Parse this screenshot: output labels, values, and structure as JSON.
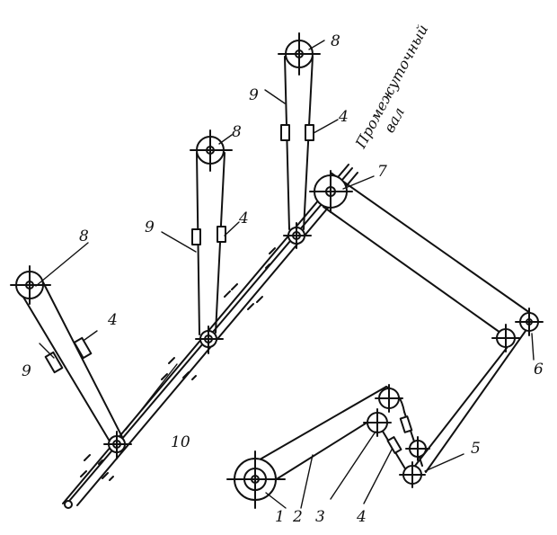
{
  "colors": {
    "ink": "#111111",
    "paper": "#ffffff"
  },
  "diagram": {
    "caption_line1": "Промежуточный",
    "caption_line2": "вал",
    "labels": {
      "motor_pulley": "1",
      "motor_belt": "2",
      "tension_roller": "3",
      "belt_joint": "4",
      "lower_roller": "5",
      "top_roller": "6",
      "shaft_pulley": "7",
      "driven_pulley": "8",
      "driven_belt": "9",
      "shaft": "10"
    }
  }
}
